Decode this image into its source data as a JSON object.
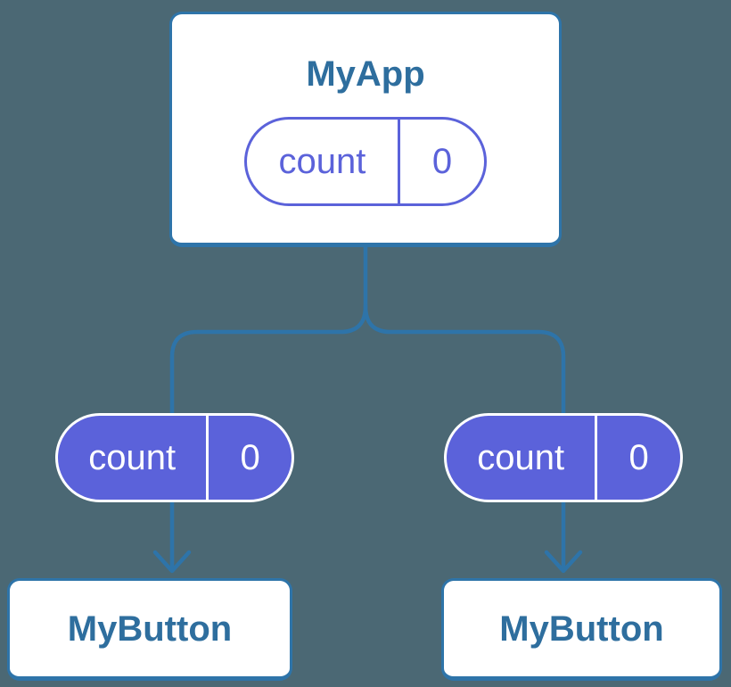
{
  "diagram": {
    "type": "component-state-tree",
    "root": {
      "title": "MyApp",
      "state_pill": {
        "label": "count",
        "value": "0"
      }
    },
    "branches": [
      {
        "prop_pill": {
          "label": "count",
          "value": "0"
        },
        "child": {
          "title": "MyButton"
        }
      },
      {
        "prop_pill": {
          "label": "count",
          "value": "0"
        },
        "child": {
          "title": "MyButton"
        }
      }
    ],
    "colors": {
      "background": "#4B6874",
      "connector_blue": "#2E74A9",
      "card_border_blue": "#2E74A9",
      "card_background": "#FFFFFF",
      "node_title_blue": "#2E6E9E",
      "state_purple": "#5B62DA",
      "pill_text_on_purple": "#FFFFFF"
    }
  }
}
